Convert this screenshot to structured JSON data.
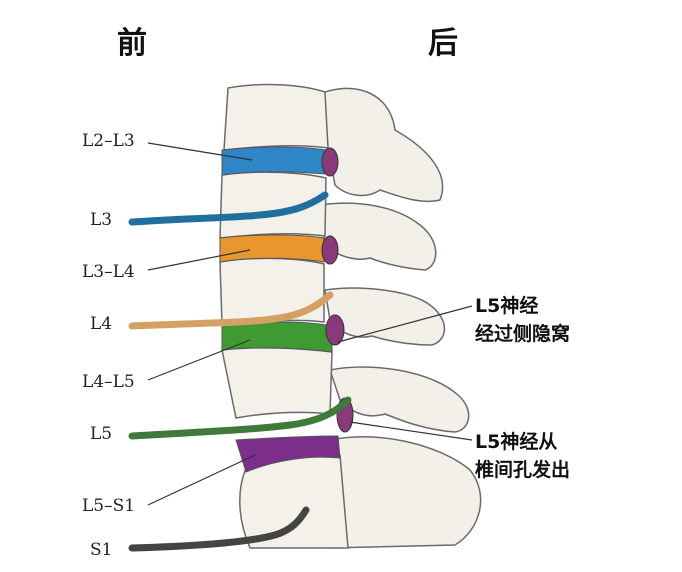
{
  "headers": {
    "front": "前",
    "back": "后"
  },
  "labels": [
    "L2–L3",
    "L3",
    "L3–L4",
    "L4",
    "L4–L5",
    "L5",
    "L5–S1",
    "S1"
  ],
  "notes": {
    "recess_line1": "L5神经",
    "recess_line2": "经过侧隐窝",
    "foramen_line1": "L5神经从",
    "foramen_line2": "椎间孔发出"
  },
  "colors": {
    "L2_L3": "#2e86c6",
    "L3": "#1f6f9f",
    "L3_L4": "#e8962e",
    "L4": "#d4a066",
    "L4_L5": "#3f9a34",
    "L5": "#3f7a3a",
    "L5_S1": "#7b2f8a",
    "S1": "#444444"
  }
}
